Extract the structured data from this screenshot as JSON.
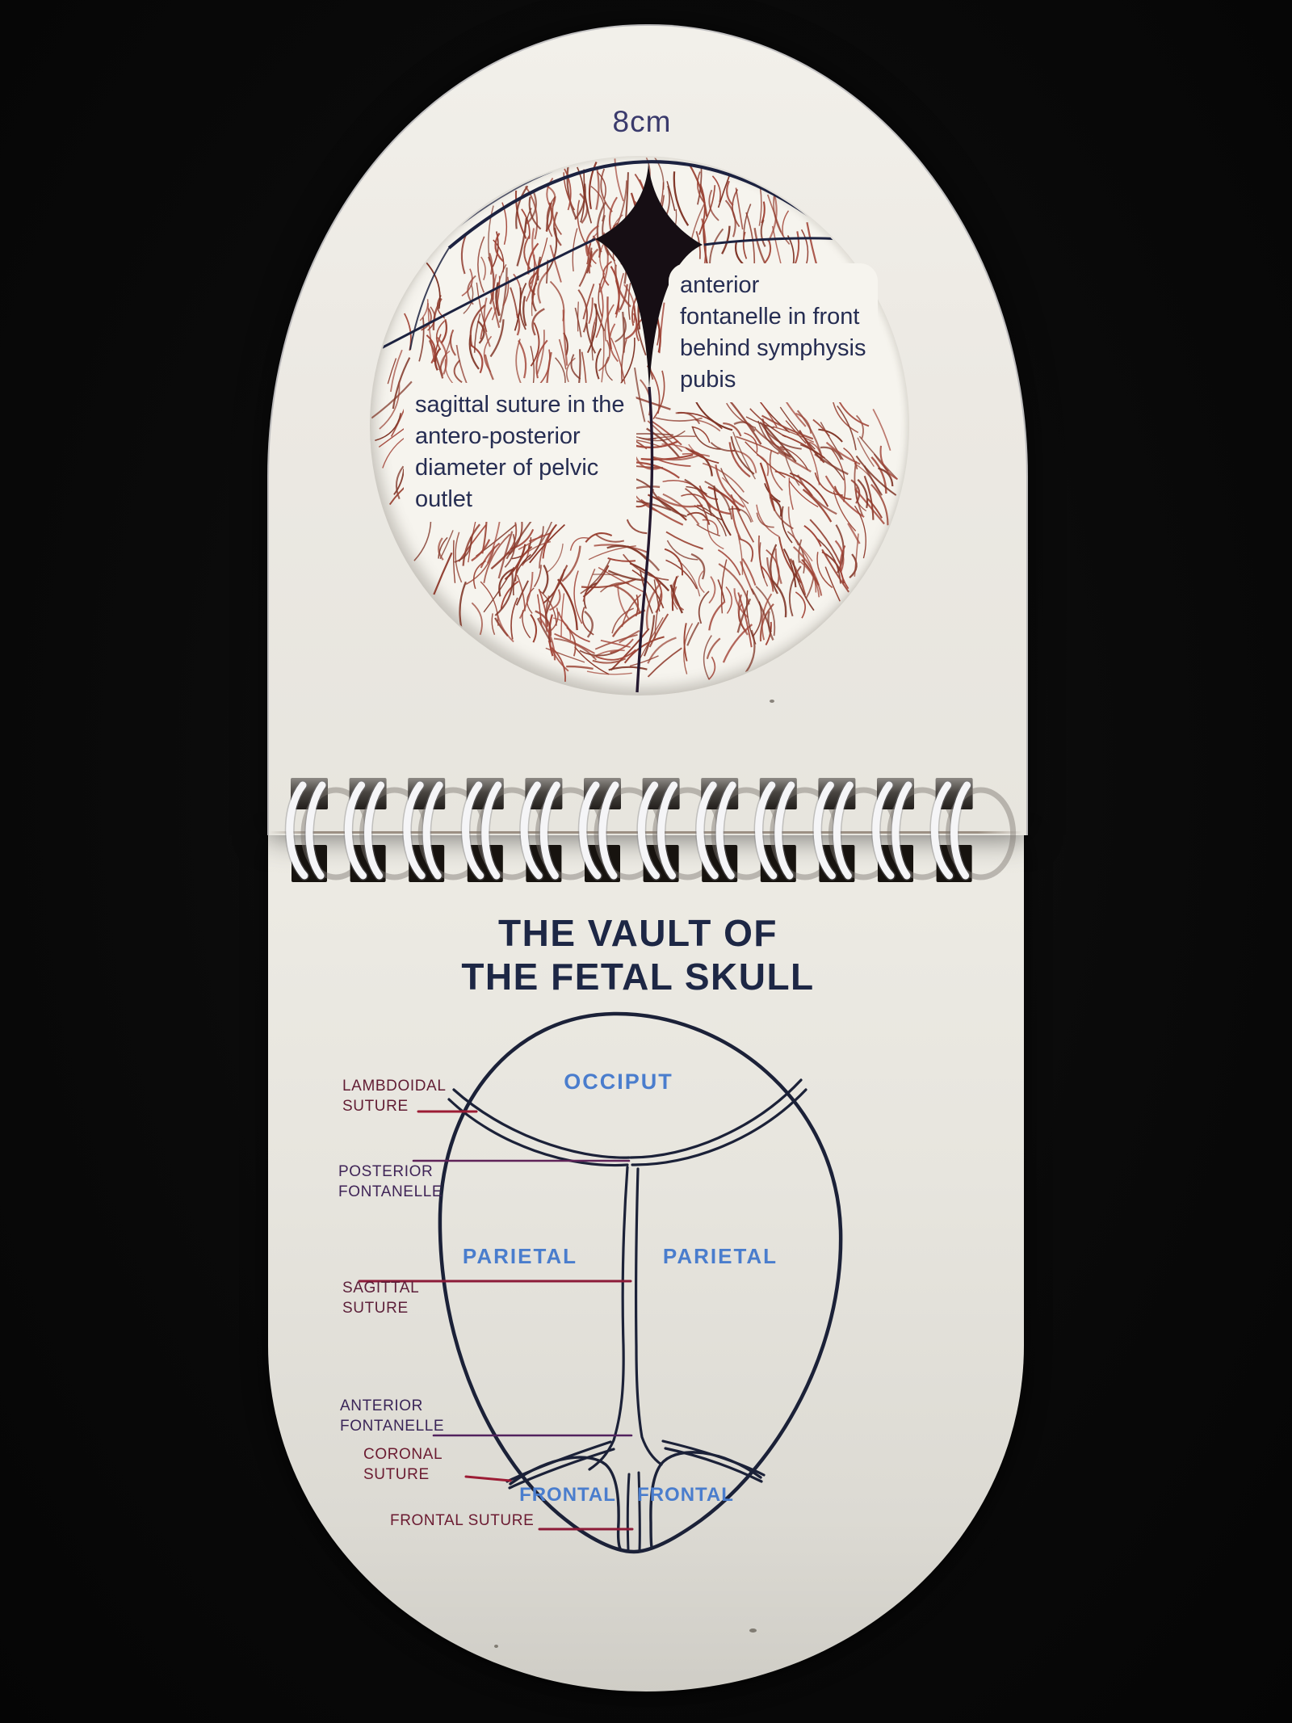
{
  "photo": {
    "background": "#0a0a0a",
    "card_color": "#ece9e3"
  },
  "top_card": {
    "dimension_label": "8cm",
    "annotation_anterior": "anterior\nfontanelle in front\nbehind symphysis\npubis",
    "annotation_sagittal": "sagittal suture in the\nantero-posterior\ndiameter of pelvic\noutlet",
    "ink": {
      "text": "#262d52",
      "dimension": "#3a3a6c",
      "outline": "#1c2240",
      "fontanelle_fill": "#160e14",
      "hair_palette": [
        "#8e3a2c",
        "#9a4334",
        "#a3473a",
        "#7f3527"
      ]
    }
  },
  "binding": {
    "loop_count": 12,
    "wire_color": "#f5f5f7"
  },
  "bottom_card": {
    "title": "THE VAULT OF\nTHE FETAL SKULL",
    "title_color": "#1d2745",
    "bone_label_color": "#4a7dcd",
    "outline_color": "#1b2138",
    "bones": [
      {
        "name": "occiput",
        "label": "OCCIPUT"
      },
      {
        "name": "parietal-left",
        "label": "PARIETAL"
      },
      {
        "name": "parietal-right",
        "label": "PARIETAL"
      },
      {
        "name": "frontal-left",
        "label": "FRONTAL"
      },
      {
        "name": "frontal-right",
        "label": "FRONTAL"
      }
    ],
    "suture_labels": [
      {
        "name": "lambdoidal-suture",
        "text": "LAMBDOIDAL\nSUTURE",
        "color": "#611c33"
      },
      {
        "name": "posterior-fontanelle",
        "text": "POSTERIOR\nFONTANELLE",
        "color": "#3f2457"
      },
      {
        "name": "sagittal-suture",
        "text": "SAGITTAL\nSUTURE",
        "color": "#5c1f39"
      },
      {
        "name": "anterior-fontanelle",
        "text": "ANTERIOR\nFONTANELLE",
        "color": "#3a2558"
      },
      {
        "name": "coronal-suture",
        "text": "CORONAL\nSUTURE",
        "color": "#6b1b31"
      },
      {
        "name": "frontal-suture",
        "text": "FRONTAL SUTURE",
        "color": "#6b1b31"
      }
    ]
  }
}
